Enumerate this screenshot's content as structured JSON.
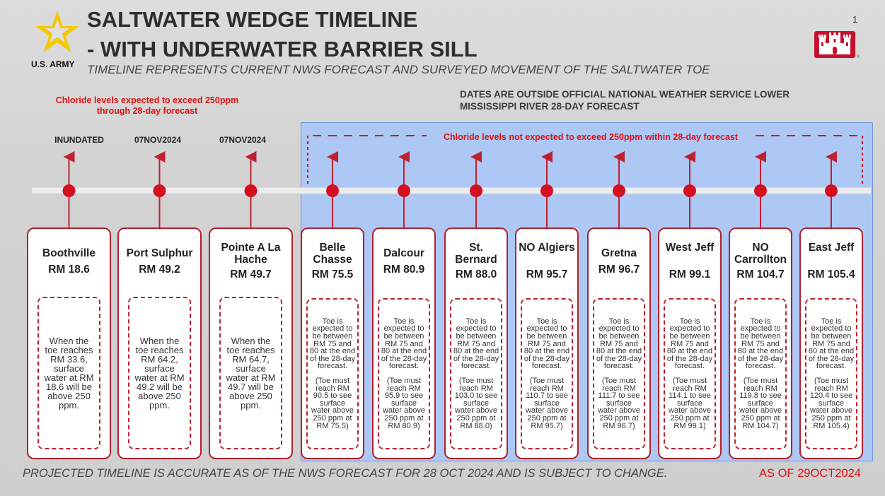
{
  "header": {
    "title_line1": "SALTWATER WEDGE TIMELINE",
    "title_line2": "- WITH UNDERWATER BARRIER SILL",
    "subtitle": "TIMELINE REPRESENTS CURRENT NWS FORECAST AND SURVEYED MOVEMENT OF THE SALTWATER TOE",
    "army_logo_text": "U.S. ARMY",
    "page_number": "1",
    "star_icon": "star-icon",
    "castle_icon": "castle-icon",
    "registered_mark": "®"
  },
  "notes": {
    "red_line1": "Chloride levels expected to exceed  250ppm",
    "red_line2": "through 28-day forecast",
    "gray_line1": "DATES ARE OUTSIDE OFFICIAL NATIONAL WEATHER SERVICE LOWER",
    "gray_line2": "MISSISSIPPI RIVER 28-DAY FORECAST",
    "blue_caption": "Chloride levels not expected to exceed 250ppm within 28-day forecast"
  },
  "dates": [
    "INUNDATED",
    "07NOV2024",
    "07NOV2024"
  ],
  "locations": [
    {
      "name": "Boothville",
      "rm": "RM 18.6",
      "note": "When the toe reaches RM 33.6, surface water at RM 18.6 will be above 250 ppm."
    },
    {
      "name": "Port Sulphur",
      "rm": "RM 49.2",
      "note": "When the toe reaches RM 64.2, surface water at RM 49.2 will be above 250 ppm."
    },
    {
      "name": "Pointe A La Hache",
      "rm": "RM 49.7",
      "note": "When the toe reaches RM 64.7, surface water at RM 49.7 will be above 250 ppm."
    },
    {
      "name": "Belle Chasse",
      "rm": "RM 75.5",
      "note1": "Toe is expected to be between RM 75 and 80 at the end of the 28-day forecast.",
      "note2": "(Toe must reach RM 90.5 to see surface water above 250 ppm at RM 75.5)"
    },
    {
      "name": "Dalcour",
      "rm": "RM 80.9",
      "note1": "Toe is expected to be between RM 75 and 80 at the end of the 28-day forecast.",
      "note2": "(Toe must reach RM 95.9 to see surface water above 250 ppm at RM 80.9)"
    },
    {
      "name": "St. Bernard",
      "rm": "RM 88.0",
      "note1": "Toe is expected to be between RM 75 and 80 at the end of the 28-day forecast.",
      "note2": "(Toe must reach RM 103.0 to see surface water above 250 ppm at RM 88.0)"
    },
    {
      "name": "NO Algiers",
      "rm": "RM 95.7",
      "note1": "Toe is expected to be between RM 75 and 80 at the end of the 28-day forecast.",
      "note2": "(Toe must reach RM 110.7 to see surface water above 250 ppm at RM 95.7)"
    },
    {
      "name": "Gretna",
      "rm": "RM 96.7",
      "note1": "Toe is expected to be between RM 75 and 80 at the end of the 28-day forecast.",
      "note2": "(Toe must reach RM 111.7 to see surface water above 250 ppm at RM 96.7)"
    },
    {
      "name": "West Jeff",
      "rm": "RM 99.1",
      "note1": "Toe is expected to be between RM 75 and 80 at the end of the 28-day forecast.",
      "note2": "(Toe must reach RM 114.1 to see surface water above 250 ppm at RM 99.1)"
    },
    {
      "name": "NO Carrollton",
      "rm": "RM 104.7",
      "note1": "Toe is expected to be between RM 75 and 80 at the end of the 28-day forecast.",
      "note2": "(Toe must reach RM 119.8 to see surface water above 250 ppm at RM 104.7)"
    },
    {
      "name": "East Jeff",
      "rm": "RM 105.4",
      "note1": "Toe is expected to be between RM 75 and 80 at the end of the 28-day forecast.",
      "note2": "(Toe must reach RM 120.4 to see surface water above 250 ppm at RM 105.4)"
    }
  ],
  "footer": {
    "disclaimer": "PROJECTED TIMELINE IS ACCURATE AS OF THE NWS FORECAST FOR 28 OCT 2024 AND IS SUBJECT TO CHANGE.",
    "as_of": "AS OF 29OCT2024"
  },
  "colors": {
    "accent_red": "#c0202f",
    "blue_region": "#aec8f5",
    "text_red": "#dd1111"
  }
}
